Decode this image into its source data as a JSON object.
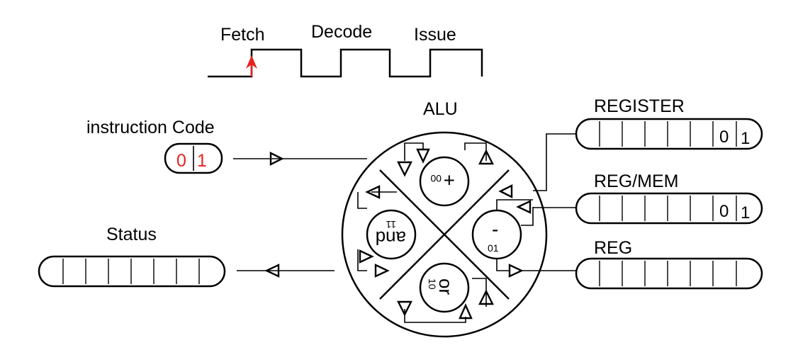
{
  "pipeline": {
    "stages": [
      "Fetch",
      "Decode",
      "Issue"
    ]
  },
  "instruction": {
    "label": "instruction Code",
    "bits": [
      "0",
      "1"
    ]
  },
  "alu": {
    "label": "ALU",
    "ops": [
      {
        "symbol": "+",
        "code": "00"
      },
      {
        "symbol": "-",
        "code": "01"
      },
      {
        "symbol": "or",
        "code": "10"
      },
      {
        "symbol": "and",
        "code": "11"
      }
    ]
  },
  "registers": [
    {
      "label": "REGISTER",
      "bits": [
        "0",
        "1"
      ]
    },
    {
      "label": "REG/MEM",
      "bits": [
        "0",
        "1"
      ]
    },
    {
      "label": "REG",
      "bits": []
    }
  ],
  "status": {
    "label": "Status"
  },
  "colors": {
    "accent": "#e8231e",
    "ink": "#000000"
  }
}
